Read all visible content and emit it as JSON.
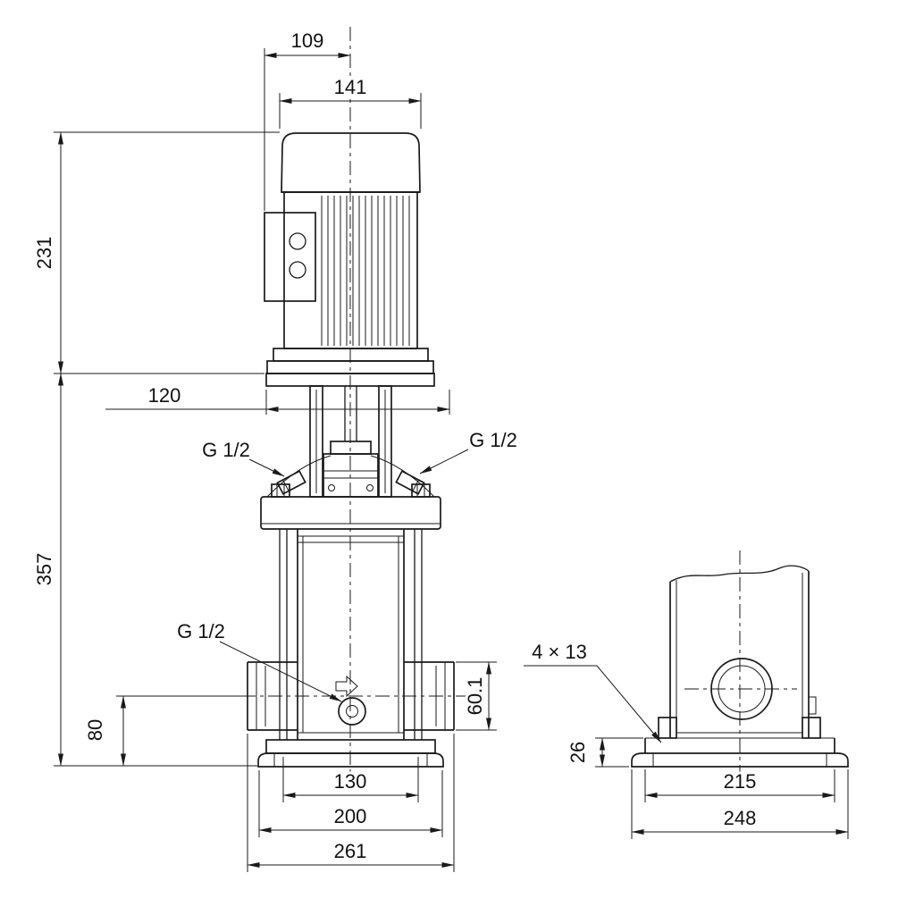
{
  "front_view": {
    "dim_109": "109",
    "dim_141": "141",
    "dim_231": "231",
    "dim_120": "120",
    "dim_357": "357",
    "dim_80": "80",
    "dim_60_1": "60.1",
    "dim_130": "130",
    "dim_200": "200",
    "dim_261": "261",
    "thread_left": "G 1/2",
    "thread_right": "G 1/2",
    "thread_drain": "G 1/2"
  },
  "side_view": {
    "holes_note": "4 × 13",
    "dim_26": "26",
    "dim_215": "215",
    "dim_248": "248"
  },
  "colors": {
    "line": "#1a1a1a",
    "background": "#ffffff"
  }
}
